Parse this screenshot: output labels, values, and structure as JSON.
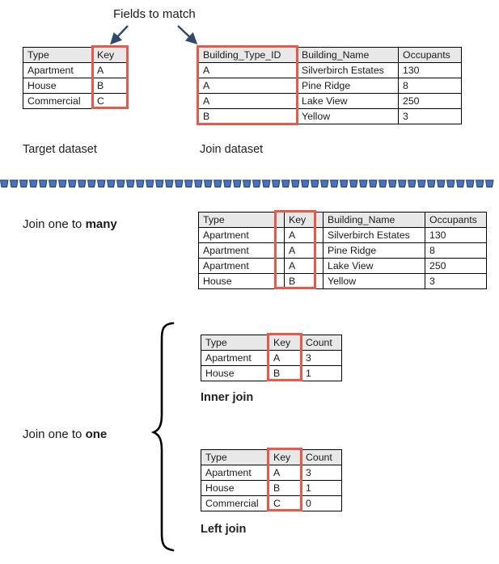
{
  "diagram": {
    "title_annotation": "Fields to match",
    "divider_color": "#3f6fc4",
    "highlight_color": "#e8594c",
    "arrow_color": "#2f4a6d",
    "header_bg": "#e8e8e8"
  },
  "top": {
    "target": {
      "caption": "Target dataset",
      "columns": [
        "Type",
        "Key"
      ],
      "rows": [
        [
          "Apartment",
          "A"
        ],
        [
          "House",
          "B"
        ],
        [
          "Commercial",
          "C"
        ]
      ],
      "highlighted_column": "Key"
    },
    "join": {
      "caption": "Join dataset",
      "columns": [
        "Building_Type_ID",
        "Building_Name",
        "Occupants"
      ],
      "rows": [
        [
          "A",
          "Silverbirch Estates",
          "130"
        ],
        [
          "A",
          "Pine Ridge",
          "8"
        ],
        [
          "A",
          "Lake View",
          "250"
        ],
        [
          "B",
          "Yellow",
          "3"
        ]
      ],
      "highlighted_column": "Building_Type_ID"
    }
  },
  "one_to_many": {
    "title_prefix": "Join one to ",
    "title_emphasis": "many",
    "columns": [
      "Type",
      "Key",
      "Building_Name",
      "Occupants"
    ],
    "rows": [
      [
        "Apartment",
        "A",
        "Silverbirch Estates",
        "130"
      ],
      [
        "Apartment",
        "A",
        "Pine Ridge",
        "8"
      ],
      [
        "Apartment",
        "A",
        "Lake View",
        "250"
      ],
      [
        "House",
        "B",
        "Yellow",
        "3"
      ]
    ],
    "highlighted_column": "Key"
  },
  "one_to_one": {
    "title_prefix": "Join one to ",
    "title_emphasis": "one",
    "inner": {
      "caption": "Inner join",
      "columns": [
        "Type",
        "Key",
        "Count"
      ],
      "rows": [
        [
          "Apartment",
          "A",
          "3"
        ],
        [
          "House",
          "B",
          "1"
        ]
      ],
      "highlighted_column": "Key"
    },
    "left": {
      "caption": "Left join",
      "columns": [
        "Type",
        "Key",
        "Count"
      ],
      "rows": [
        [
          "Apartment",
          "A",
          "3"
        ],
        [
          "House",
          "B",
          "1"
        ],
        [
          "Commercial",
          "C",
          "0"
        ]
      ],
      "highlighted_column": "Key"
    }
  }
}
